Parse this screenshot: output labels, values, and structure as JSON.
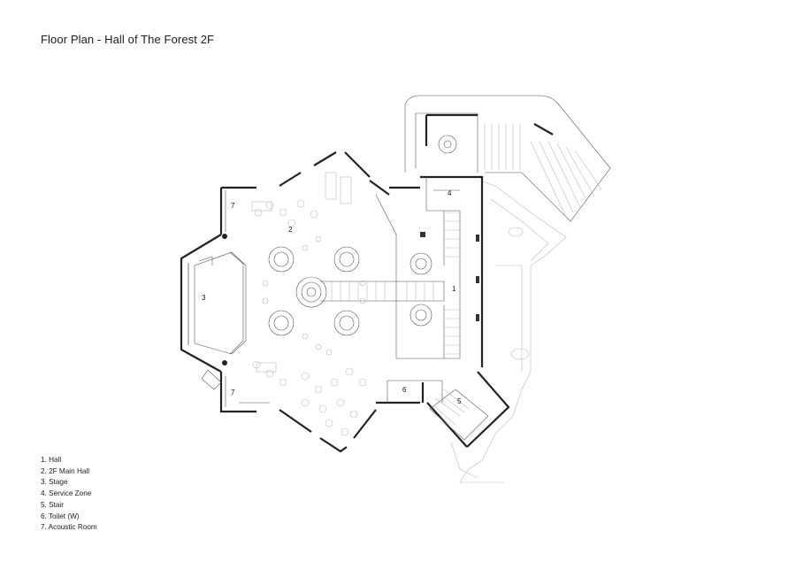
{
  "title": "Floor Plan - Hall of The Forest 2F",
  "plan_labels": {
    "hall": "1",
    "main_hall": "2",
    "stage": "3",
    "service": "4",
    "stair": "5",
    "toilet": "6",
    "acoustic": "7"
  },
  "legend": [
    "1. Hall",
    "2. 2F Main Hall",
    "3. Stage",
    "4. Service Zone",
    "5. Stair",
    "6. Toilet (W)",
    "7. Acoustic Room"
  ]
}
